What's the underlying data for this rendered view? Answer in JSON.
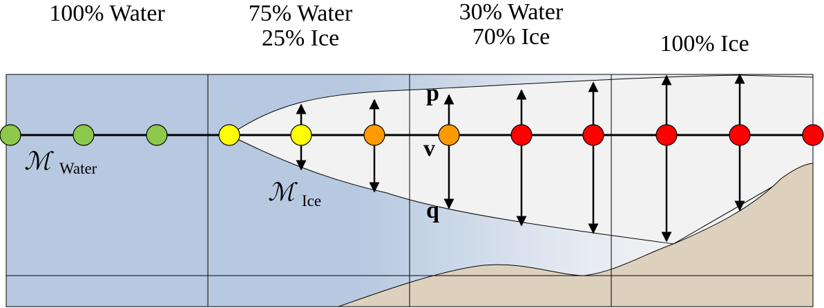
{
  "headers": [
    {
      "lines": [
        "100% Water"
      ]
    },
    {
      "lines": [
        "75% Water",
        "25% Ice"
      ]
    },
    {
      "lines": [
        "30% Water",
        "70% Ice"
      ]
    },
    {
      "lines": [
        "100% Ice"
      ]
    }
  ],
  "labels": {
    "m_symbol": "ℳ",
    "m_water_sub": "Water",
    "m_ice_sub": "Ice",
    "p": "p",
    "v": "v",
    "q": "q"
  },
  "node_colors": [
    "#8cc84b",
    "#8cc84b",
    "#8cc84b",
    "#ffff00",
    "#ffff00",
    "#ff9900",
    "#ff9900",
    "#ff0000",
    "#ff0000",
    "#ff0000",
    "#ff0000",
    "#ff0000"
  ],
  "colors": {
    "water": "#b7c9e0",
    "ice": "#f2f2f2",
    "ground": "#ddd1bd"
  }
}
